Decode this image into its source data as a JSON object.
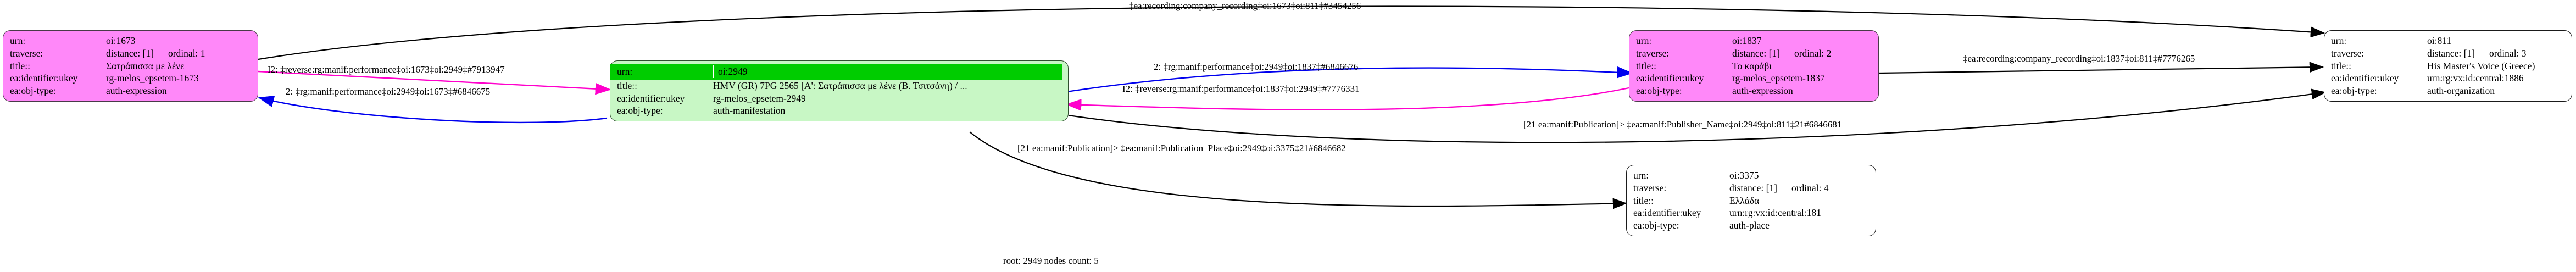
{
  "diagram": {
    "type": "directed-graph",
    "footer": "root: 2949 nodes count: 5",
    "field_labels": {
      "urn": "urn:",
      "traverse": "traverse:",
      "title": "title::",
      "ukey": "ea:identifier:ukey",
      "objtype": "ea:obj-type:"
    },
    "colors": {
      "node_pink": "#ff88f9",
      "node_green": "#c8f7c5",
      "node_green_header": "#00cc00",
      "node_white": "#ffffff",
      "edge_black": "#000000",
      "edge_blue": "#0000ee",
      "edge_magenta": "#ff00cc"
    },
    "nodes": [
      {
        "id": "oi-1673",
        "style": "pink",
        "urn": "oi:1673",
        "traverse": "distance: [1]",
        "traverse_ordinal": "ordinal: 1",
        "title": "Σατράπισσα με λένε",
        "ukey": "rg-melos_epsetem-1673",
        "objtype": "auth-expression"
      },
      {
        "id": "oi-2949",
        "style": "green",
        "urn": "oi:2949",
        "title": "HMV (GR) 7PG 2565 [Α': Σατράπισσα με λένε (Β. Τσιτσάνη) / ...",
        "ukey": "rg-melos_epsetem-2949",
        "objtype": "auth-manifestation"
      },
      {
        "id": "oi-1837",
        "style": "pink",
        "urn": "oi:1837",
        "traverse": "distance: [1]",
        "traverse_ordinal": "ordinal: 2",
        "title": "Το καράβι",
        "ukey": "rg-melos_epsetem-1837",
        "objtype": "auth-expression"
      },
      {
        "id": "oi-811",
        "style": "white",
        "urn": "oi:811",
        "traverse": "distance: [1]",
        "traverse_ordinal": "ordinal: 3",
        "title": "His Master's Voice (Greece)",
        "ukey": "urn:rg:vx:id:central:1886",
        "objtype": "auth-organization"
      },
      {
        "id": "oi-3375",
        "style": "white",
        "urn": "oi:3375",
        "traverse": "distance: [1]",
        "traverse_ordinal": "ordinal: 4",
        "title": "Ελλάδα",
        "ukey": "urn:rg:vx:id:central:181",
        "objtype": "auth-place"
      }
    ],
    "edges": [
      {
        "id": "e-top",
        "label": "‡ea:recording:company_recording‡oi:1673‡oi:811‡#3454256",
        "from": "oi-1673",
        "to": "oi-811",
        "color": "#000000"
      },
      {
        "id": "e-1673-2949",
        "label": "I2: ‡reverse:rg:manif:performance‡oi:1673‡oi:2949‡#7913947",
        "from": "oi-1673",
        "to": "oi-2949",
        "color": "#ff00cc"
      },
      {
        "id": "e-2949-1673",
        "label": "2: ‡rg:manif:performance‡oi:2949‡oi:1673‡#6846675",
        "from": "oi-2949",
        "to": "oi-1673",
        "color": "#0000ee"
      },
      {
        "id": "e-2949-1837",
        "label": "2: ‡rg:manif:performance‡oi:2949‡oi:1837‡#6846676",
        "from": "oi-2949",
        "to": "oi-1837",
        "color": "#0000ee"
      },
      {
        "id": "e-1837-2949",
        "label": "I2: ‡reverse:rg:manif:performance‡oi:1837‡oi:2949‡#7776331",
        "from": "oi-1837",
        "to": "oi-2949",
        "color": "#ff00cc"
      },
      {
        "id": "e-1837-811",
        "label": "‡ea:recording:company_recording‡oi:1837‡oi:811‡#7776265",
        "from": "oi-1837",
        "to": "oi-811",
        "color": "#000000"
      },
      {
        "id": "e-2949-811",
        "label": "[21 ea:manif:Publication]> ‡ea:manif:Publisher_Name‡oi:2949‡oi:811‡21#6846681",
        "from": "oi-2949",
        "to": "oi-811",
        "color": "#000000"
      },
      {
        "id": "e-2949-3375",
        "label": "[21 ea:manif:Publication]> ‡ea:manif:Publication_Place‡oi:2949‡oi:3375‡21#6846682",
        "from": "oi-2949",
        "to": "oi-3375",
        "color": "#000000"
      }
    ]
  }
}
